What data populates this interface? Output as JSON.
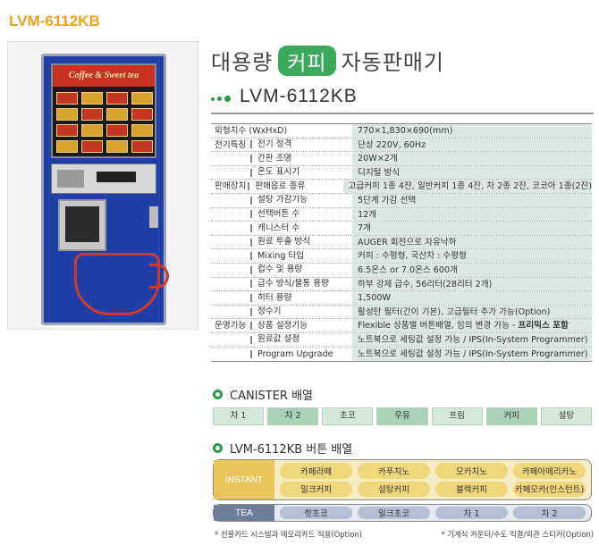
{
  "model_tag": "LVM-6112KB",
  "title": {
    "before": "대용량",
    "highlight": "커피",
    "after": "자동판매기"
  },
  "subtitle": "LVM-6112KB",
  "machine_banner": "Coffee & Sweet tea",
  "specs": [
    {
      "category": "외형치수 (WxHxD)",
      "item": "",
      "value": "770×1,830×690(mm)",
      "full": true
    },
    {
      "category": "전기특징",
      "item": "전기 정격",
      "value": "단상 220V, 60Hz"
    },
    {
      "category": "",
      "item": "간판 조명",
      "value": "20W×2개"
    },
    {
      "category": "",
      "item": "온도 표시기",
      "value": "디지털 방식"
    },
    {
      "category": "판매장치",
      "item": "판매음료 종류",
      "value": "고급커피 1종 4잔, 일반커피 1종 4잔, 차 2종 2잔, 코코아 1종(2잔)"
    },
    {
      "category": "",
      "item": "설탕 가감기능",
      "value": "5단계 가감 선택"
    },
    {
      "category": "",
      "item": "선택버튼 수",
      "value": "12개"
    },
    {
      "category": "",
      "item": "캐니스터 수",
      "value": "7개"
    },
    {
      "category": "",
      "item": "원료 투출 방식",
      "value": "AUGER 회전으로 자유낙하"
    },
    {
      "category": "",
      "item": "Mixing 타입",
      "value": "커피 : 수평형, 국산차 : 수평형"
    },
    {
      "category": "",
      "item": "컵수 및 용량",
      "value": "6.5온스 or 7.0온스 600개"
    },
    {
      "category": "",
      "item": "급수 방식/물통 용량",
      "value": "하부 강제 급수, 56리터(28리터 2개)"
    },
    {
      "category": "",
      "item": "히터 용량",
      "value": "1,500W"
    },
    {
      "category": "",
      "item": "정수기",
      "value": "활성탄 필터(간이 기본), 고급필터 추가 가능(Option)"
    },
    {
      "category": "운영기능",
      "item": "상품 설정기능",
      "value": "Flexible 상품별 버튼배열, 임의 변경 가능 - ",
      "value_bold": "프리믹스 포함"
    },
    {
      "category": "",
      "item": "원료값 설정",
      "value": "노트북으로 세팅값 설정 가능 / IPS(In-System Programmer)"
    },
    {
      "category": "",
      "item": "Program Upgrade",
      "value": "노트북으로 세팅값 설정 가능 / IPS(In-System Programmer)"
    }
  ],
  "canister": {
    "heading": "CANISTER 배열",
    "items": [
      "차 1",
      "차 2",
      "초코",
      "우유",
      "프림",
      "커피",
      "설탕"
    ]
  },
  "buttons": {
    "heading": "LVM-6112KB 버튼 배열",
    "instant_label": "INSTANT",
    "instant": [
      "카페라떼",
      "카푸치노",
      "모카치노",
      "카페아메리카노",
      "밀크커피",
      "설탕커피",
      "블랙커피",
      "카페모카(인스턴트)"
    ],
    "tea_label": "TEA",
    "tea": [
      "핫초코",
      "밀크초코",
      "차 1",
      "차 2"
    ]
  },
  "notes": [
    "* 선불카드 시스템과 메모리카드 적용(Option)",
    "* 기계식 카운터/수도 직결/외관 스티커(Option)"
  ],
  "colors": {
    "accent_green": "#2a9a4a",
    "tag_orange": "#f0a020",
    "value_bg": "#dfe6e6"
  }
}
